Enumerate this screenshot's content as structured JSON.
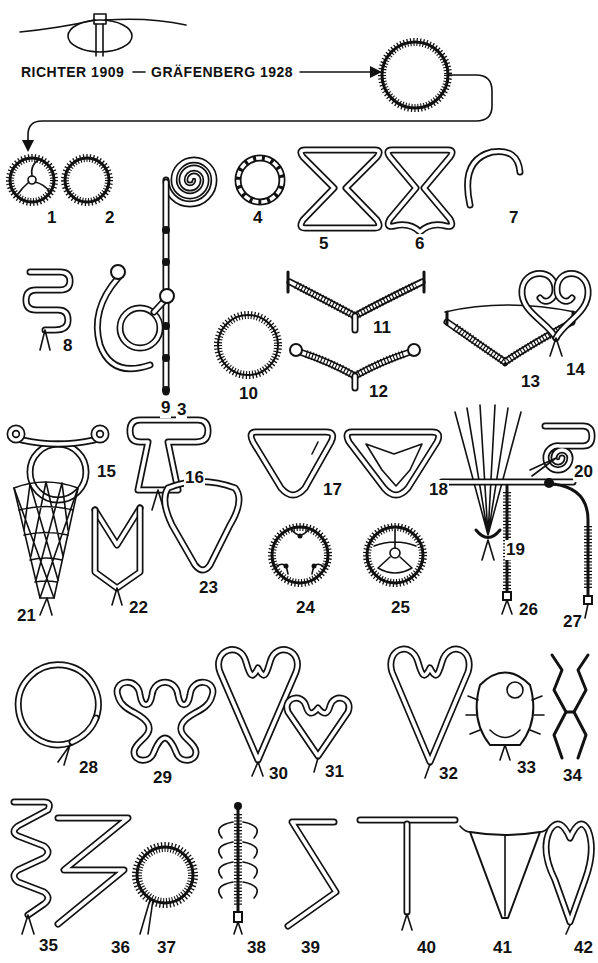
{
  "diagram": {
    "labels": [
      "RICHTER 1909",
      "GRÄFENBERG 1928",
      "1",
      "2",
      "3",
      "4",
      "5",
      "6",
      "7",
      "8",
      "9",
      "10",
      "11",
      "12",
      "13",
      "14",
      "15",
      "16",
      "17",
      "18",
      "19",
      "20",
      "21",
      "22",
      "23",
      "24",
      "25",
      "26",
      "27",
      "28",
      "29",
      "30",
      "31",
      "32",
      "33",
      "34",
      "35",
      "36",
      "37",
      "38",
      "39",
      "40",
      "41",
      "42"
    ]
  }
}
